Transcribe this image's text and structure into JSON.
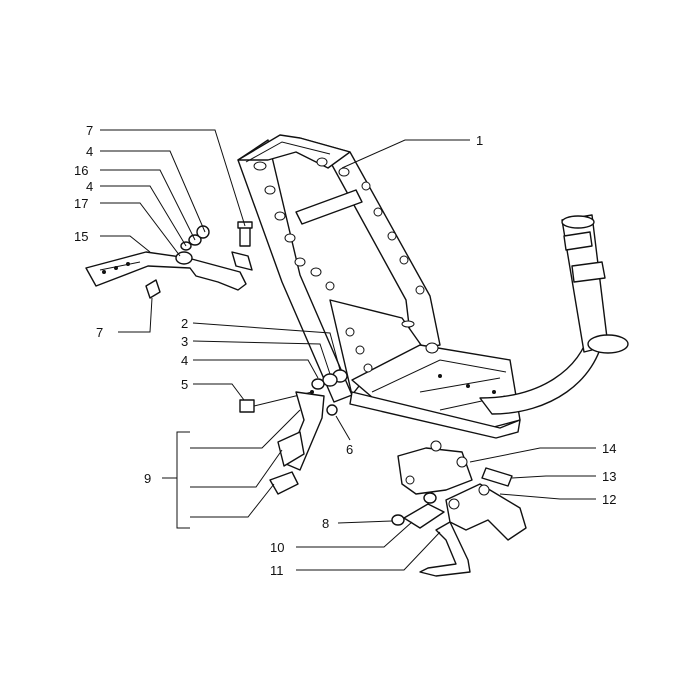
{
  "callouts": [
    {
      "id": "c1",
      "label": "1"
    },
    {
      "id": "c2",
      "label": "2"
    },
    {
      "id": "c3",
      "label": "3"
    },
    {
      "id": "c4a",
      "label": "4"
    },
    {
      "id": "c4b",
      "label": "4"
    },
    {
      "id": "c4c",
      "label": "4"
    },
    {
      "id": "c5",
      "label": "5"
    },
    {
      "id": "c6",
      "label": "6"
    },
    {
      "id": "c7a",
      "label": "7"
    },
    {
      "id": "c7b",
      "label": "7"
    },
    {
      "id": "c8",
      "label": "8"
    },
    {
      "id": "c9",
      "label": "9"
    },
    {
      "id": "c10",
      "label": "10"
    },
    {
      "id": "c11",
      "label": "11"
    },
    {
      "id": "c12",
      "label": "12"
    },
    {
      "id": "c13",
      "label": "13"
    },
    {
      "id": "c14",
      "label": "14"
    },
    {
      "id": "c15",
      "label": "15"
    },
    {
      "id": "c16",
      "label": "16"
    },
    {
      "id": "c17",
      "label": "17"
    }
  ]
}
